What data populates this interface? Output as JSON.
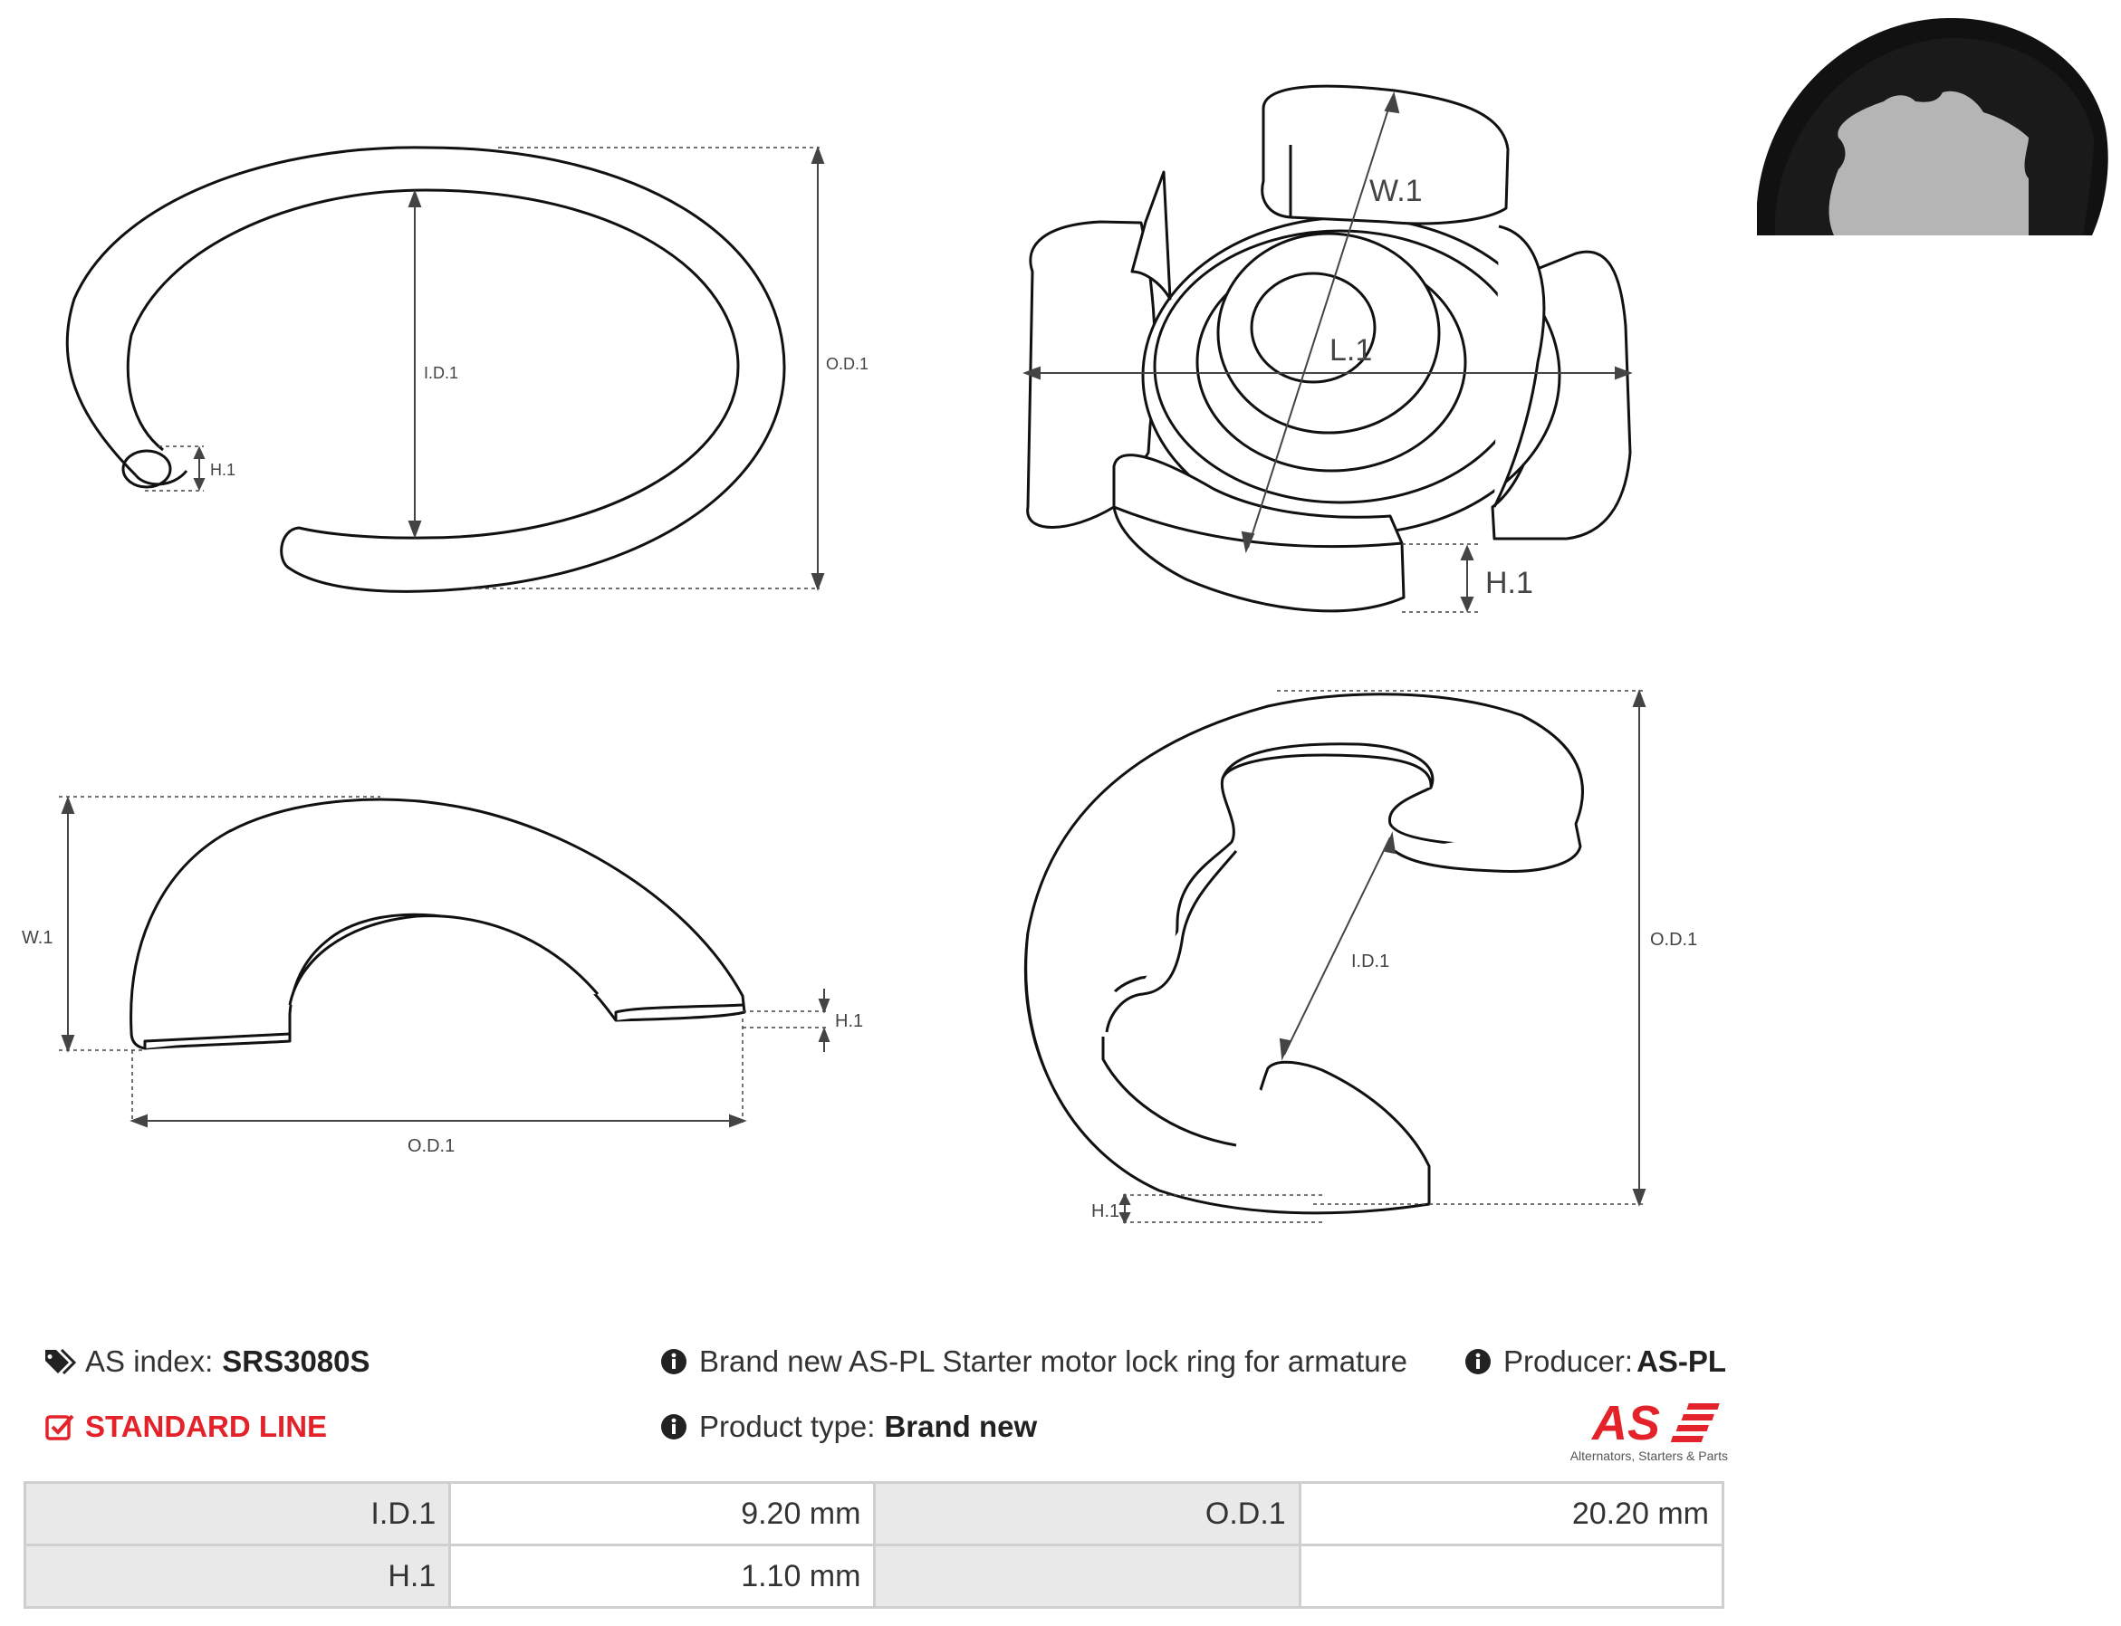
{
  "drawings": {
    "top_left": {
      "id_label": "I.D.1",
      "od_label": "O.D.1",
      "h_label": "H.1"
    },
    "top_right": {
      "w_label": "W.1",
      "l_label": "L.1",
      "h_label": "H.1"
    },
    "bottom_left": {
      "w_label": "W.1",
      "h_label": "H.1",
      "od_label": "O.D.1"
    },
    "bottom_right": {
      "id_label": "I.D.1",
      "od_label": "O.D.1",
      "h_label": "H.1"
    }
  },
  "info": {
    "as_index_label": "AS index:",
    "as_index_value": "SRS3080S",
    "line": "STANDARD LINE",
    "description": "Brand new AS-PL Starter motor lock ring for armature",
    "product_type_label": "Product type:",
    "product_type_value": "Brand new",
    "producer_label": "Producer:",
    "producer_value": "AS-PL"
  },
  "logo": {
    "mark": "AS",
    "tagline": "Alternators, Starters & Parts"
  },
  "specs": [
    {
      "label1": "I.D.1",
      "value1": "9.20 mm",
      "label2": "O.D.1",
      "value2": "20.20 mm"
    },
    {
      "label1": "H.1",
      "value1": "1.10 mm",
      "label2": "",
      "value2": ""
    }
  ],
  "colors": {
    "accent": "#e3222a",
    "label_bg": "#e9e9e9",
    "border": "#cfcfcf"
  }
}
